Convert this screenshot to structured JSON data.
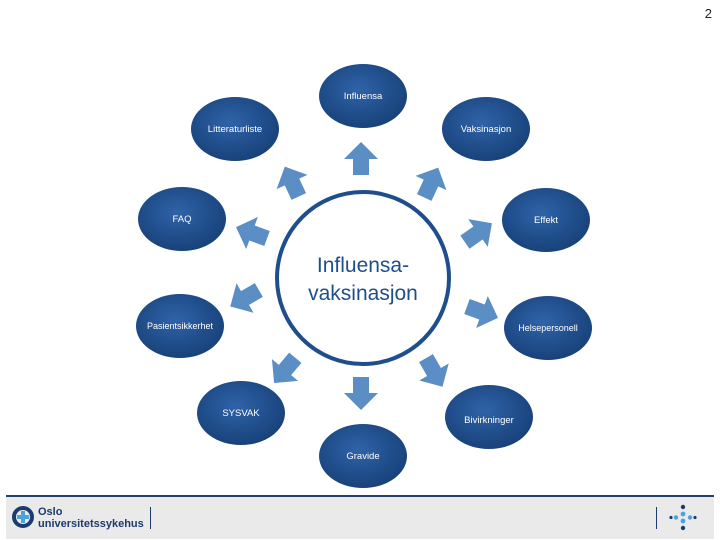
{
  "page_number": "2",
  "center": {
    "line1": "Influensa-",
    "line2": "vaksinasjon"
  },
  "nodes": [
    {
      "label": "Influensa"
    },
    {
      "label": "Vaksinasjon"
    },
    {
      "label": "Effekt"
    },
    {
      "label": "Helsepersonell"
    },
    {
      "label": "Bivirkninger"
    },
    {
      "label": "Gravide"
    },
    {
      "label": "SYSVAK"
    },
    {
      "label": "Pasientsikkerhet"
    },
    {
      "label": "FAQ"
    },
    {
      "label": "Litteraturliste"
    }
  ],
  "footer": {
    "logo_line1": "Oslo",
    "logo_line2": "universitetssykehus"
  },
  "colors": {
    "node_fill": "#1f4e8c",
    "center_border": "#1f4e8c",
    "arrow_fill": "#5b8ec4",
    "footer_text": "#1d3b6e"
  }
}
